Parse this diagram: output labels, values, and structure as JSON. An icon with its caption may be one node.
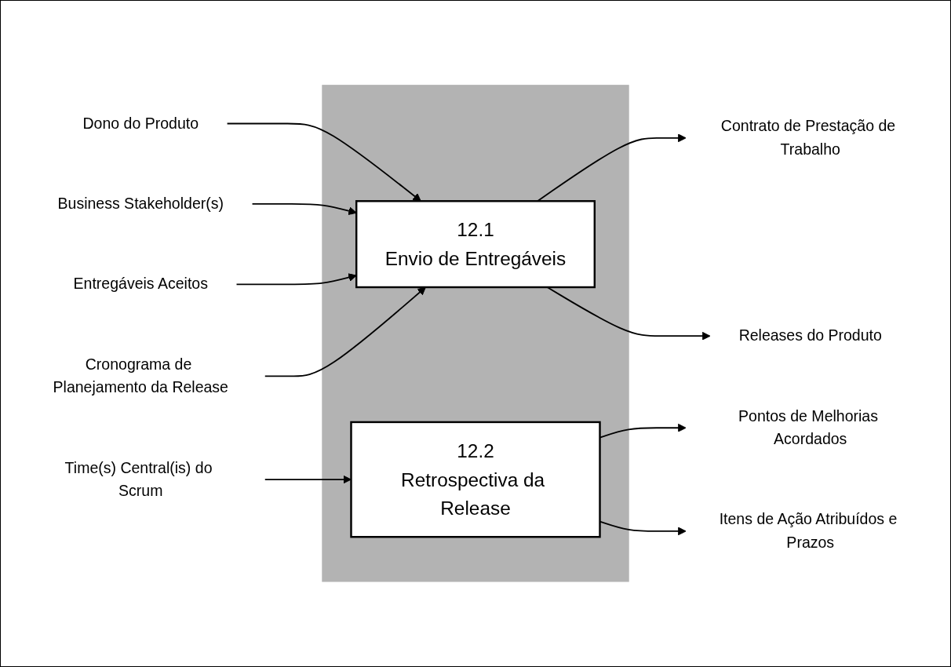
{
  "diagram": {
    "nodes": [
      {
        "text": [
          "Dono do Produto"
        ]
      },
      {
        "text": [
          "Business Stakeholder(s)"
        ]
      },
      {
        "text": [
          "Entregáveis Aceitos"
        ]
      },
      {
        "text": [
          "Cronograma de Planejamento da Release"
        ]
      },
      {
        "text": [],
        "shape": "box"
      },
      {
        "text": [
          "12.1",
          "Envio de Entregáveis"
        ],
        "in": 4
      },
      {
        "text": [
          "Contrato de Prestação de Trabalho"
        ]
      },
      {
        "text": [
          "Releases do Produto"
        ]
      },
      {
        "text": [
          "Time(s) Central(is) do Scrum"
        ]
      },
      {
        "text": [
          "12.2",
          "Retrospectiva da Release"
        ],
        "in": 4
      },
      {
        "text": [
          "Pontos de Melhorias Acordados"
        ]
      },
      {
        "text": [
          "Itens de Ação Atribuídos e Prazos"
        ]
      }
    ],
    "edges": [
      {
        "from": 0,
        "to": 5,
        "arrow": "to"
      },
      {
        "from": 1,
        "to": 5,
        "arrow": "to"
      },
      {
        "from": 2,
        "to": 5,
        "arrow": "to"
      },
      {
        "from": 3,
        "to": 5,
        "arrow": "to"
      },
      {
        "from": 5,
        "to": 6,
        "arrow": "to"
      },
      {
        "from": 5,
        "to": 7,
        "arrow": "to"
      },
      {
        "from": 8,
        "to": 9,
        "arrow": "to"
      },
      {
        "from": 9,
        "to": 10,
        "arrow": "to"
      },
      {
        "from": 9,
        "to": 11,
        "arrow": "to"
      }
    ]
  }
}
